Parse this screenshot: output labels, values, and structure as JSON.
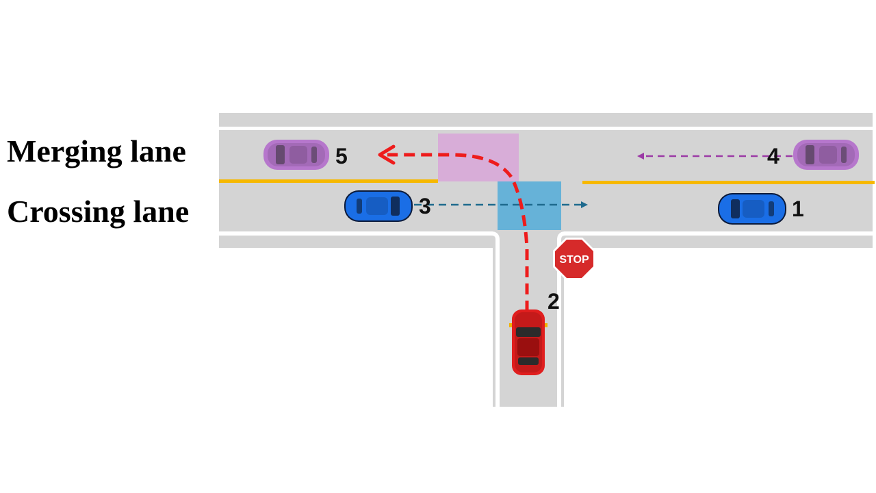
{
  "labels": {
    "merging_lane": "Merging lane",
    "crossing_lane": "Crossing lane"
  },
  "stop_sign": {
    "text": "STOP",
    "color": "#d62a2a"
  },
  "vehicles": [
    {
      "id": "1",
      "color": "#1a6ee6",
      "lane": "crossing",
      "heading": "west"
    },
    {
      "id": "2",
      "color": "#e01e1e",
      "lane": "side-road",
      "heading": "north",
      "maneuver": "left-turn"
    },
    {
      "id": "3",
      "color": "#1a6ee6",
      "lane": "crossing",
      "heading": "east"
    },
    {
      "id": "4",
      "color": "#b677cc",
      "lane": "merging",
      "heading": "west"
    },
    {
      "id": "5",
      "color": "#b677cc",
      "lane": "merging",
      "heading": "west"
    }
  ],
  "colors": {
    "road": "#d4d4d4",
    "curb": "#ffffff",
    "center_line": "#f6b800",
    "crossing_conflict_zone": "#5aaed8",
    "merging_conflict_zone": "#d8a6d8",
    "ego_path": "#ee1c1c",
    "crossing_path": "#1e6a8e",
    "merging_path": "#9c3aa6"
  }
}
